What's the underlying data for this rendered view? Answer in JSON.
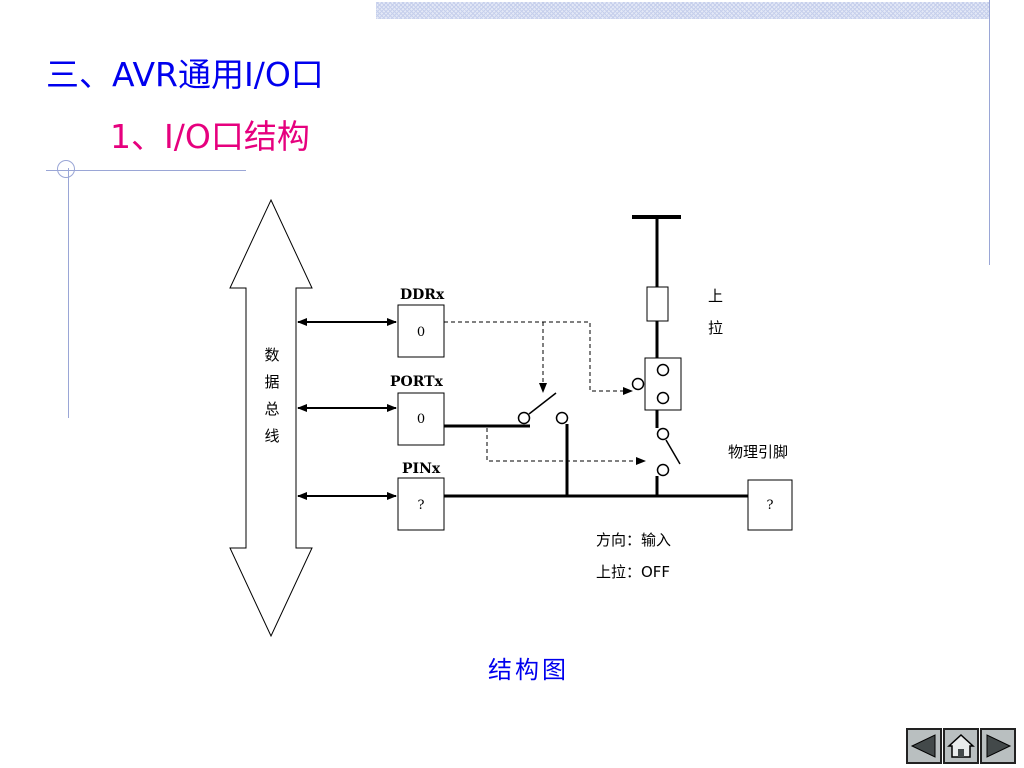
{
  "slide": {
    "title": "三、AVR通用I/O口",
    "subtitle": "1、I/O口结构",
    "caption": "结构图"
  },
  "diagram": {
    "bus_label": [
      "数",
      "据",
      "总",
      "线"
    ],
    "ddr_label": "DDRx",
    "ddr_value": "0",
    "port_label": "PORTx",
    "port_value": "0",
    "pin_label": "PINx",
    "pin_value": "?",
    "pullup_label": [
      "上",
      "拉"
    ],
    "physical_pin_label": "物理引脚",
    "physical_pin_value": "?",
    "direction_text": "方向：输入",
    "pullup_state_text": "上拉：OFF"
  },
  "nav": {
    "prev_icon": "triangle-left-icon",
    "home_icon": "home-icon",
    "next_icon": "triangle-right-icon"
  }
}
